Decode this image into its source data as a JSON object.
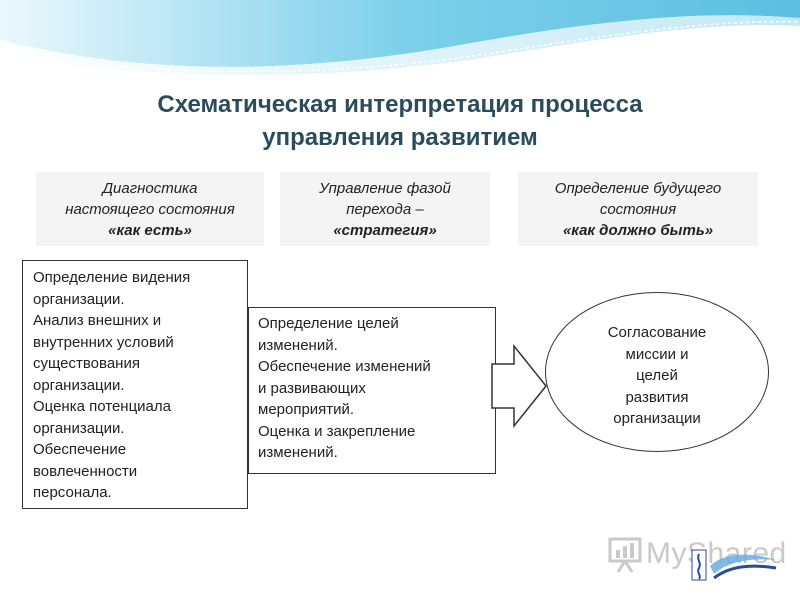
{
  "title": {
    "line1": "Схематическая интерпретация процесса",
    "line2": "управления развитием"
  },
  "headers": [
    {
      "line1": "Диагностика",
      "line2": "настоящего состояния",
      "strong": "«как есть»"
    },
    {
      "line1": "Управление фазой",
      "line2": "перехода –",
      "strong": "«стратегия»"
    },
    {
      "line1": "Определение будущего",
      "line2": "состояния",
      "strong": "«как должно быть»"
    }
  ],
  "box_left": {
    "lines": [
      "Определение видения",
      "организации.",
      "Анализ внешних и",
      "внутренних условий",
      "существования",
      "организации.",
      "Оценка потенциала",
      "организации.",
      "Обеспечение",
      "вовлеченности",
      "персонала."
    ]
  },
  "box_middle": {
    "lines": [
      "Определение целей",
      "изменений.",
      "Обеспечение изменений",
      "и развивающих",
      "мероприятий.",
      "Оценка и закрепление",
      "изменений."
    ]
  },
  "ellipse": {
    "lines": [
      "Согласование",
      "миссии и",
      "целей",
      "развития",
      "организации"
    ]
  },
  "watermark": {
    "text": "MyShared"
  },
  "colors": {
    "title": "#2b4c5c",
    "wave_primary": "#5fc7e6",
    "wave_secondary": "#a9dff0",
    "header_bg": "#f4f4f4",
    "border": "#333333"
  }
}
